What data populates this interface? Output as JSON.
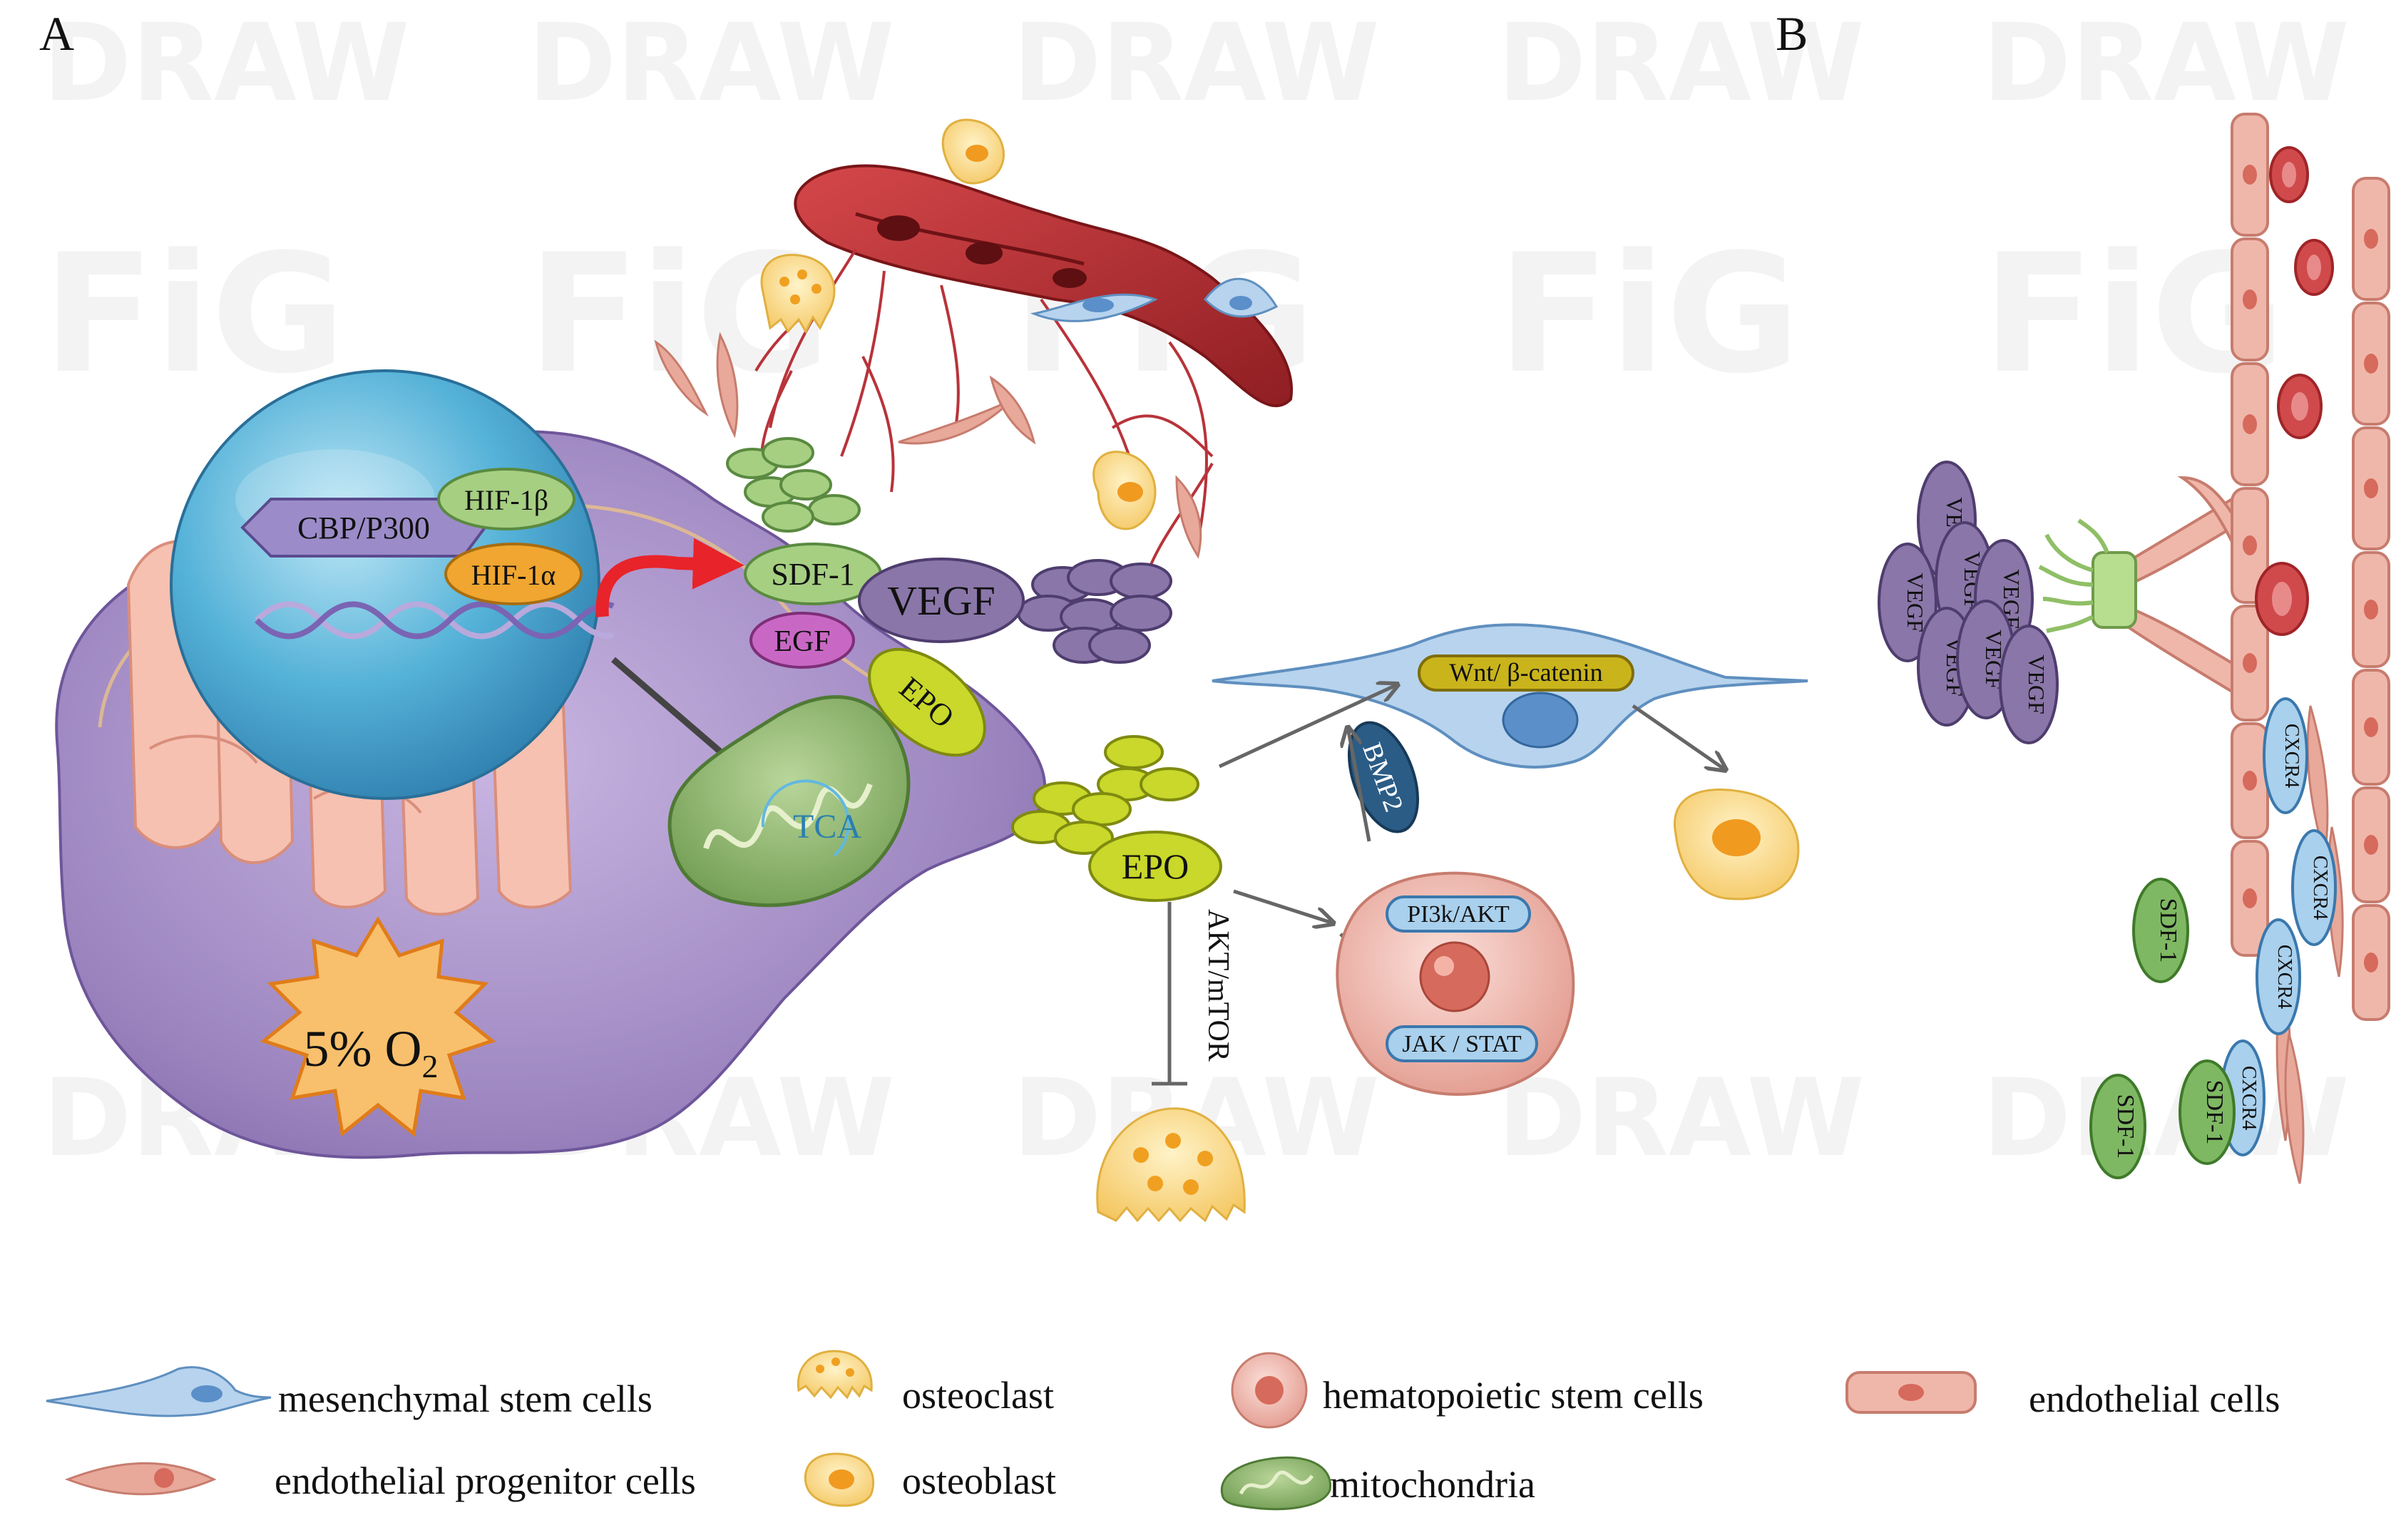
{
  "panels": {
    "a": "A",
    "b": "B"
  },
  "watermark": {
    "line1": "FiG",
    "line2": "DRAW"
  },
  "panel_a": {
    "nucleus": {
      "cbp": "CBP/P300",
      "hif1b": "HIF-1β",
      "hif1a": "HIF-1α"
    },
    "secreted": {
      "sdf1": "SDF-1",
      "vegf": "VEGF",
      "egf": "EGF",
      "epo_cell": "EPO",
      "epo": "EPO"
    },
    "mito_label": "TCA",
    "oxygen": {
      "value": "5% O",
      "sub": "2"
    },
    "pathways": {
      "wnt": "Wnt/ β-catenin",
      "bmp2": "BMP2",
      "akt_mtor": "AKT/mTOR",
      "pi3k": "PI3k/AKT",
      "jak": "JAK / STAT"
    }
  },
  "panel_b": {
    "vegf_cluster": [
      "VEG",
      "VEGF",
      "VEGF",
      "VEGF",
      "VEGF",
      "VEGF",
      "VEGF"
    ],
    "cxcr4": [
      "CXCR4",
      "CXCR4",
      "CXCR4",
      "CXCR4"
    ],
    "sdf1": [
      "SDF-1",
      "SDF-1",
      "SDF-1"
    ]
  },
  "legend": {
    "msc": "mesenchymal stem cells",
    "osteoclast": "osteoclast",
    "hsc": "hematopoietic stem cells",
    "endothelial": "endothelial cells",
    "epc": "endothelial progenitor cells",
    "osteoblast": "osteoblast",
    "mito": "mitochondria"
  },
  "colors": {
    "cell_body": "#a48cc4",
    "nucleus": "#4ba7cf",
    "vessel": "#b3292e",
    "hif_green": "#a6cf82",
    "hif_orange": "#f0a630",
    "epo_yellow": "#c9d82a",
    "vegf_purple": "#8a76a8",
    "egf_magenta": "#c968c4",
    "pathway_blue": "#a9d0ec",
    "sdf_green": "#7fb863",
    "endo_pink": "#e8a89a",
    "arrow_red": "#e8232a",
    "arrow_gray": "#666666"
  }
}
